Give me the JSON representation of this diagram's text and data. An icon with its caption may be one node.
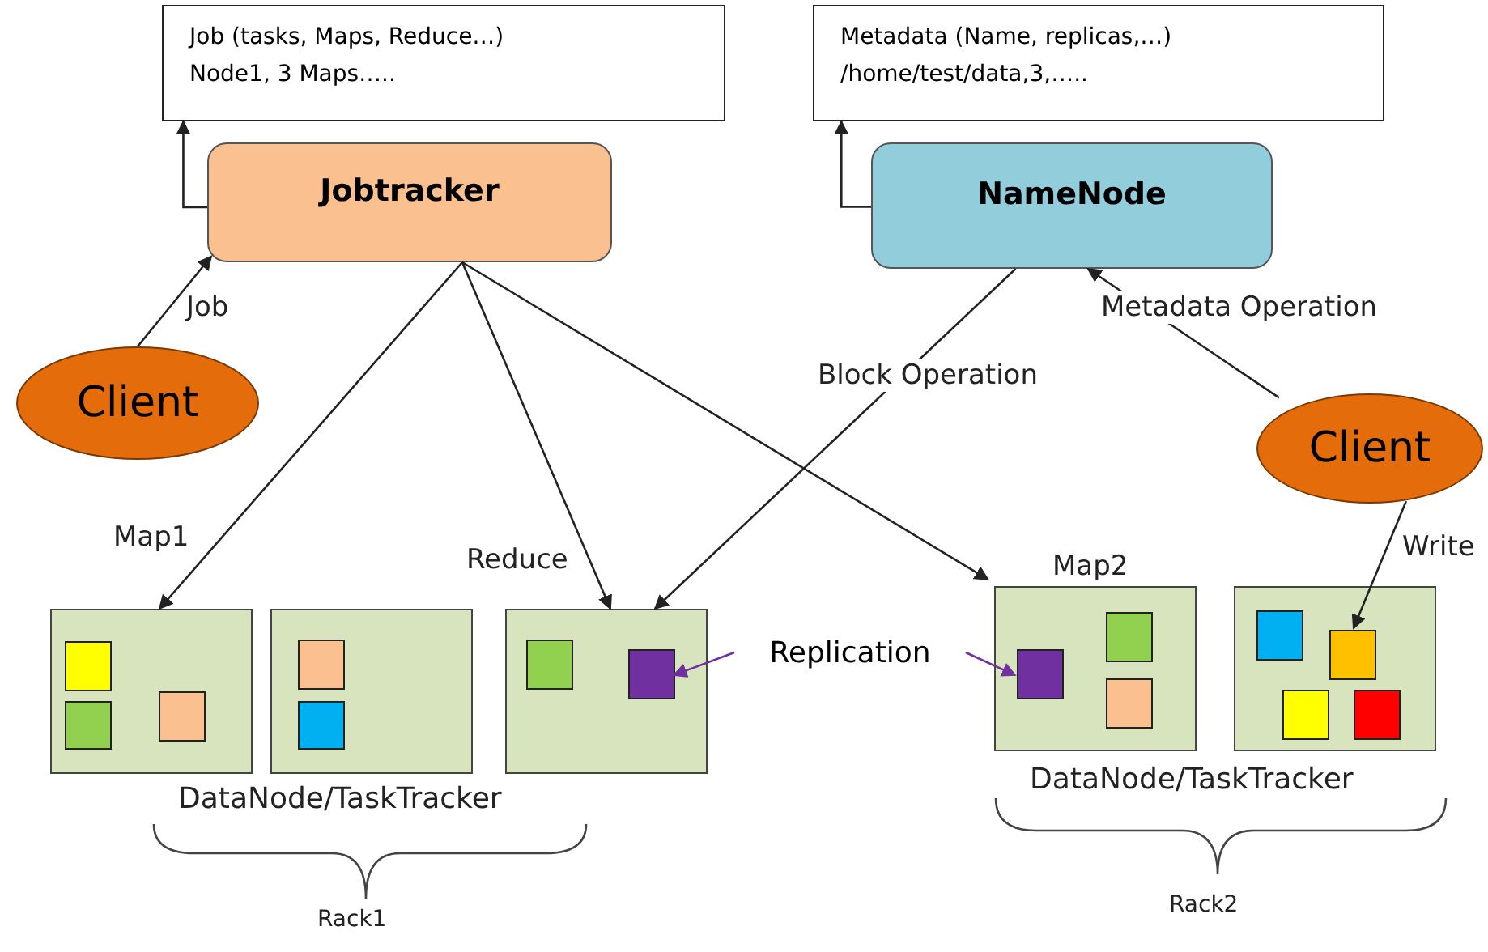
{
  "diagram": {
    "nodes": [
      {
        "text": [
          "Job (tasks, Maps, Reduce…)",
          "Node1, 3 Maps….."
        ]
      },
      {
        "text": [
          "Metadata (Name, replicas,…)",
          "/home/test/data,3,….."
        ]
      },
      {
        "text": [
          "Jobtracker"
        ]
      },
      {
        "text": [
          "NameNode"
        ]
      },
      {
        "text": [
          "Client"
        ]
      },
      {
        "text": [
          "Client"
        ]
      },
      {
        "text": [],
        "shape": "box"
      },
      {
        "text": [],
        "shape": "box",
        "in": 6
      },
      {
        "text": [],
        "shape": "box",
        "in": 6
      },
      {
        "text": [],
        "shape": "box",
        "in": 6
      },
      {
        "text": [],
        "shape": "box"
      },
      {
        "text": [],
        "shape": "box",
        "in": 10
      },
      {
        "text": [],
        "shape": "box",
        "in": 10
      },
      {
        "text": [],
        "shape": "box"
      },
      {
        "text": [],
        "shape": "box",
        "in": 13
      },
      {
        "text": [],
        "shape": "box",
        "in": 13
      },
      {
        "text": [
          "Replication"
        ]
      },
      {
        "text": [],
        "shape": "box"
      },
      {
        "text": [],
        "shape": "box",
        "in": 17
      },
      {
        "text": [],
        "shape": "box",
        "in": 17
      },
      {
        "text": [],
        "shape": "box",
        "in": 17
      },
      {
        "text": [],
        "shape": "box"
      },
      {
        "text": [],
        "shape": "box",
        "in": 21
      },
      {
        "text": [],
        "shape": "box",
        "in": 21
      },
      {
        "text": [],
        "shape": "box",
        "in": 21
      },
      {
        "text": [],
        "shape": "box",
        "in": 21
      }
    ],
    "edges": [
      {
        "from": 2,
        "to": 0,
        "arrow": "to"
      },
      {
        "from": 3,
        "to": 1,
        "arrow": "to"
      },
      {
        "from": 4,
        "to": 2,
        "arrow": "to",
        "label": "Job"
      },
      {
        "from": 5,
        "to": 3,
        "arrow": "to",
        "label": "Metadata Operation"
      },
      {
        "from": 2,
        "to": 6,
        "arrow": "to",
        "label": "Map1"
      },
      {
        "from": 2,
        "to": 13,
        "arrow": "to",
        "label": "Reduce"
      },
      {
        "from": 2,
        "to": 17,
        "arrow": "to",
        "label": "Map2"
      },
      {
        "from": 3,
        "to": 13,
        "arrow": "to",
        "label": "Block Operation"
      },
      {
        "from": 5,
        "to": 23,
        "arrow": "to",
        "label": "Write"
      },
      {
        "from": 16,
        "to": 15,
        "arrow": "to",
        "color": "#7030a0"
      },
      {
        "from": 16,
        "to": 18,
        "arrow": "to",
        "color": "#7030a0"
      }
    ],
    "labels": [
      "DataNode/TaskTracker",
      "DataNode/TaskTracker",
      "Rack1",
      "Rack2"
    ]
  }
}
